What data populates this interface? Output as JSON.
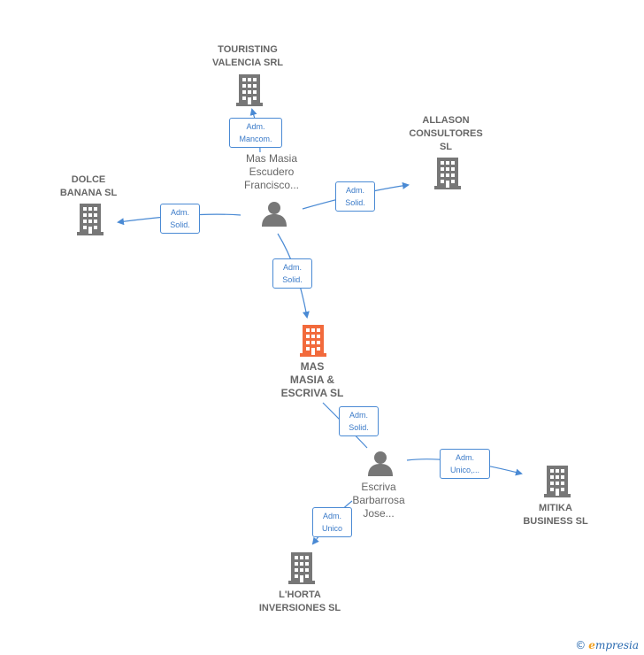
{
  "colors": {
    "building": "#777777",
    "building_main": "#f26a3c",
    "person": "#777777",
    "edge": "#4a8ad4"
  },
  "nodes": {
    "touristing": "TOURISTING\nVALENCIA SRL",
    "allason": "ALLASON\nCONSULTORES\nSL",
    "dolce": "DOLCE\nBANANA  SL",
    "main": "MAS\nMASIA &\nESCRIVA  SL",
    "mitika": "MITIKA\nBUSINESS  SL",
    "lhorta": "L'HORTA\nINVERSIONES SL",
    "person1": "Mas Masia\nEscudero\nFrancisco...",
    "person2": "Escriva\nBarbarrosa\nJose..."
  },
  "edges": {
    "e1": "Adm.\nMancom.",
    "e2": "Adm.\nSolid.",
    "e3": "Adm.\nSolid.",
    "e4": "Adm.\nSolid.",
    "e5": "Adm.\nSolid.",
    "e6": "Adm.\nUnico,...",
    "e7": "Adm.\nUnico"
  },
  "footer": {
    "copyright": "©",
    "brand_initial": "e",
    "brand_rest": "mpresia"
  }
}
